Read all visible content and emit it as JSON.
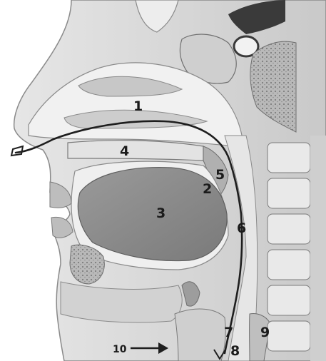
{
  "labels": {
    "l1": "1",
    "l2": "2",
    "l3": "3",
    "l4": "4",
    "l5": "5",
    "l6": "6",
    "l7": "7",
    "l8": "8",
    "l9": "9",
    "l10": "10"
  },
  "colors": {
    "background": "#ffffff",
    "tissue": "#d8d8d8",
    "cavity": "#f3f3f3",
    "dark_tissue": "#a9a9a9",
    "tube": "#1e1e1e",
    "bone": "#e9e9e9"
  }
}
